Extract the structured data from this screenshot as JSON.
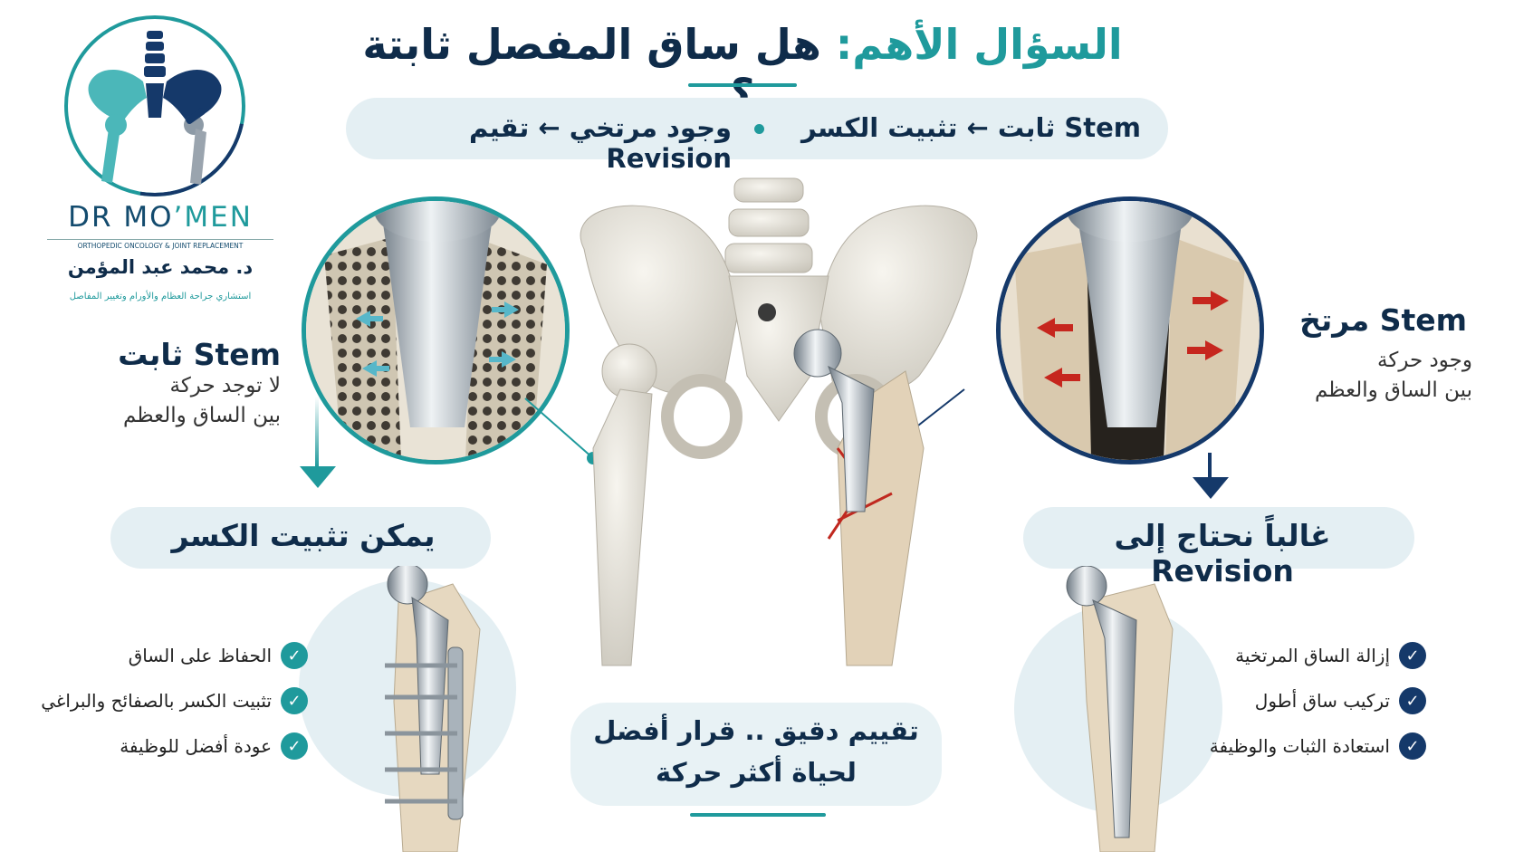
{
  "title": {
    "part1": "السؤال الأهم:",
    "part2": "هل ساق المفصل ثابتة ؟"
  },
  "subtitle": {
    "right": "Stem ثابت ← تثبيت الكسر",
    "left": "وجود مرتخي ← تقيم Revision"
  },
  "logo": {
    "name_a": "DR MO",
    "name_b": "’MEN",
    "tagline": "ORTHOPEDIC ONCOLOGY & JOINT REPLACEMENT",
    "arabic_name": "د. محمد عبد المؤمن",
    "arabic_sub": "استشاري جراحة العظام والأورام وتغيير المفاصل"
  },
  "left": {
    "heading": "Stem ثابت",
    "desc1": "لا توجد حركة",
    "desc2": "بين الساق والعظم",
    "pill": "يمكن تثبيت الكسر",
    "checks": [
      "الحفاظ على الساق",
      "تثبيت الكسر بالصفائح والبراغي",
      "عودة أفضل للوظيفة"
    ]
  },
  "right": {
    "heading": "Stem مرتخ",
    "desc1": "وجود حركة",
    "desc2": "بين الساق والعظم",
    "pill": "غالباً نحتاج إلى Revision",
    "checks": [
      "إزالة الساق المرتخية",
      "تركيب ساق أطول",
      "استعادة الثبات والوظيفة"
    ]
  },
  "center": {
    "line1": "تقييم دقيق .. قرار أفضل",
    "line2": "لحياة أكثر حركة"
  },
  "colors": {
    "teal": "#1f9a9c",
    "navy": "#15396a",
    "text": "#0f2c4a",
    "pill_bg": "#e4eff3",
    "fracture_red": "#c0281f"
  },
  "icons": {
    "check_left": "check-circle-icon-teal",
    "check_right": "check-circle-icon-navy",
    "arrow": "down-arrow-icon"
  }
}
